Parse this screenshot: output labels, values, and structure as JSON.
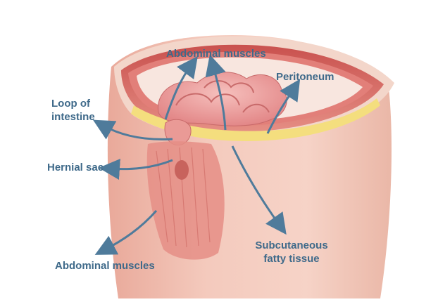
{
  "labels": {
    "abdominal_muscles_top": "Abdominal muscles",
    "peritoneum": "Peritoneum",
    "loop_of_intestine_line1": "Loop of",
    "loop_of_intestine_line2": "intestine",
    "hernial_sac": "Hernial sac",
    "subcutaneous_line1": "Subcutaneous",
    "subcutaneous_line2": "fatty tissue",
    "abdominal_muscles_bottom": "Abdominal muscles"
  },
  "colors": {
    "label_text": "#3f6a8a",
    "arrow": "#4f7b9b",
    "skin": "#efc0b0",
    "muscle": "#c8504c",
    "fat": "#f4de7e",
    "intestine": "#ec9f9c"
  }
}
